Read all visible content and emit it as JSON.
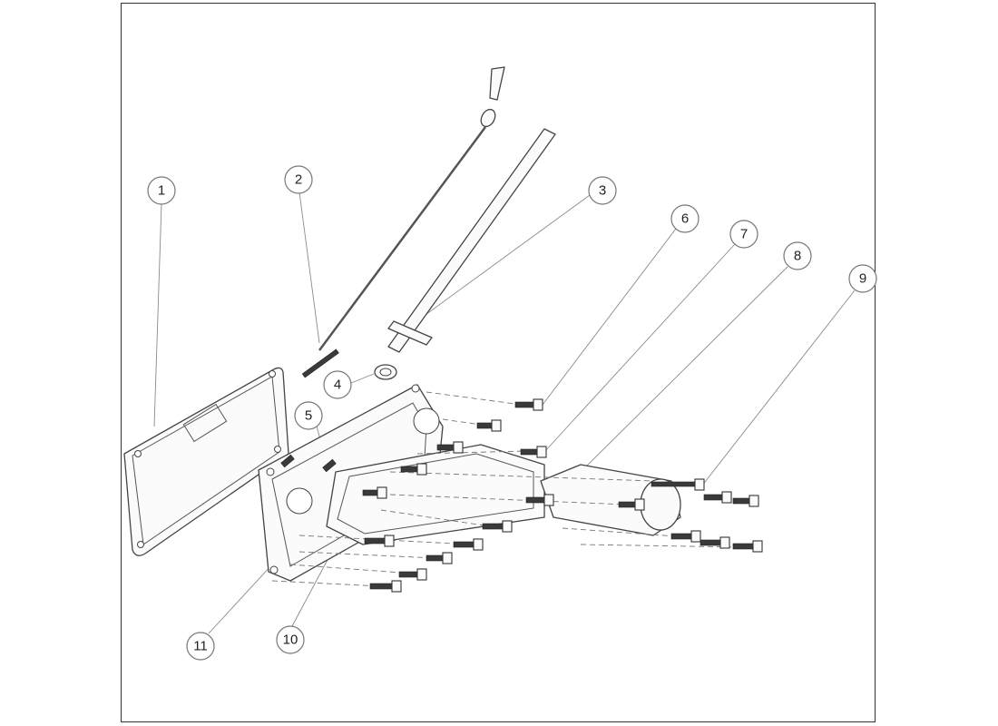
{
  "diagram": {
    "callouts": [
      {
        "label": "1"
      },
      {
        "label": "2"
      },
      {
        "label": "3"
      },
      {
        "label": "4"
      },
      {
        "label": "5"
      },
      {
        "label": "6"
      },
      {
        "label": "7"
      },
      {
        "label": "8"
      },
      {
        "label": "9"
      },
      {
        "label": "10"
      },
      {
        "label": "11"
      }
    ]
  }
}
